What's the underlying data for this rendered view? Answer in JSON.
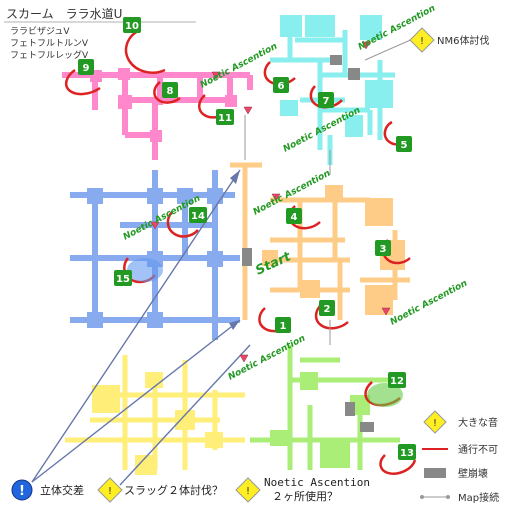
{
  "title": "スカーム　ララ水道U",
  "mobs": [
    "ララビザジュV",
    "フェトフルトルンV",
    "フェトフルレッグV"
  ],
  "colors": {
    "pink": "#ff88cc",
    "cyan": "#88eeee",
    "blue": "#88aaee",
    "orange": "#ffcc88",
    "yellow": "#ffee77",
    "green": "#aaee77",
    "marker": "#229922",
    "red_arc": "#dd2222",
    "wall": "#888888",
    "arrow": "#6677aa"
  },
  "markers": [
    "1",
    "2",
    "3",
    "4",
    "5",
    "6",
    "7",
    "8",
    "9",
    "10",
    "11",
    "12",
    "13",
    "14",
    "15"
  ],
  "noetic_labels": [
    "Noetic Ascention",
    "Noetic Ascention",
    "Noetic Ascention",
    "Noetic Ascention",
    "Noetic Ascention",
    "Noetic Ascention",
    "Noetic Ascention"
  ],
  "start_label": "Start",
  "nm_label": "NM6体討伐",
  "legend": {
    "loud_sound": "大きな音",
    "impassable": "通行不可",
    "wall_break": "壁崩壊",
    "map_connect": "Map接続"
  },
  "bottom": {
    "crossing": "立体交差",
    "slug": "スラッグ２体討伐？",
    "noetic_line1": "Noetic Ascention",
    "noetic_line2": "２ヶ所使用？"
  }
}
